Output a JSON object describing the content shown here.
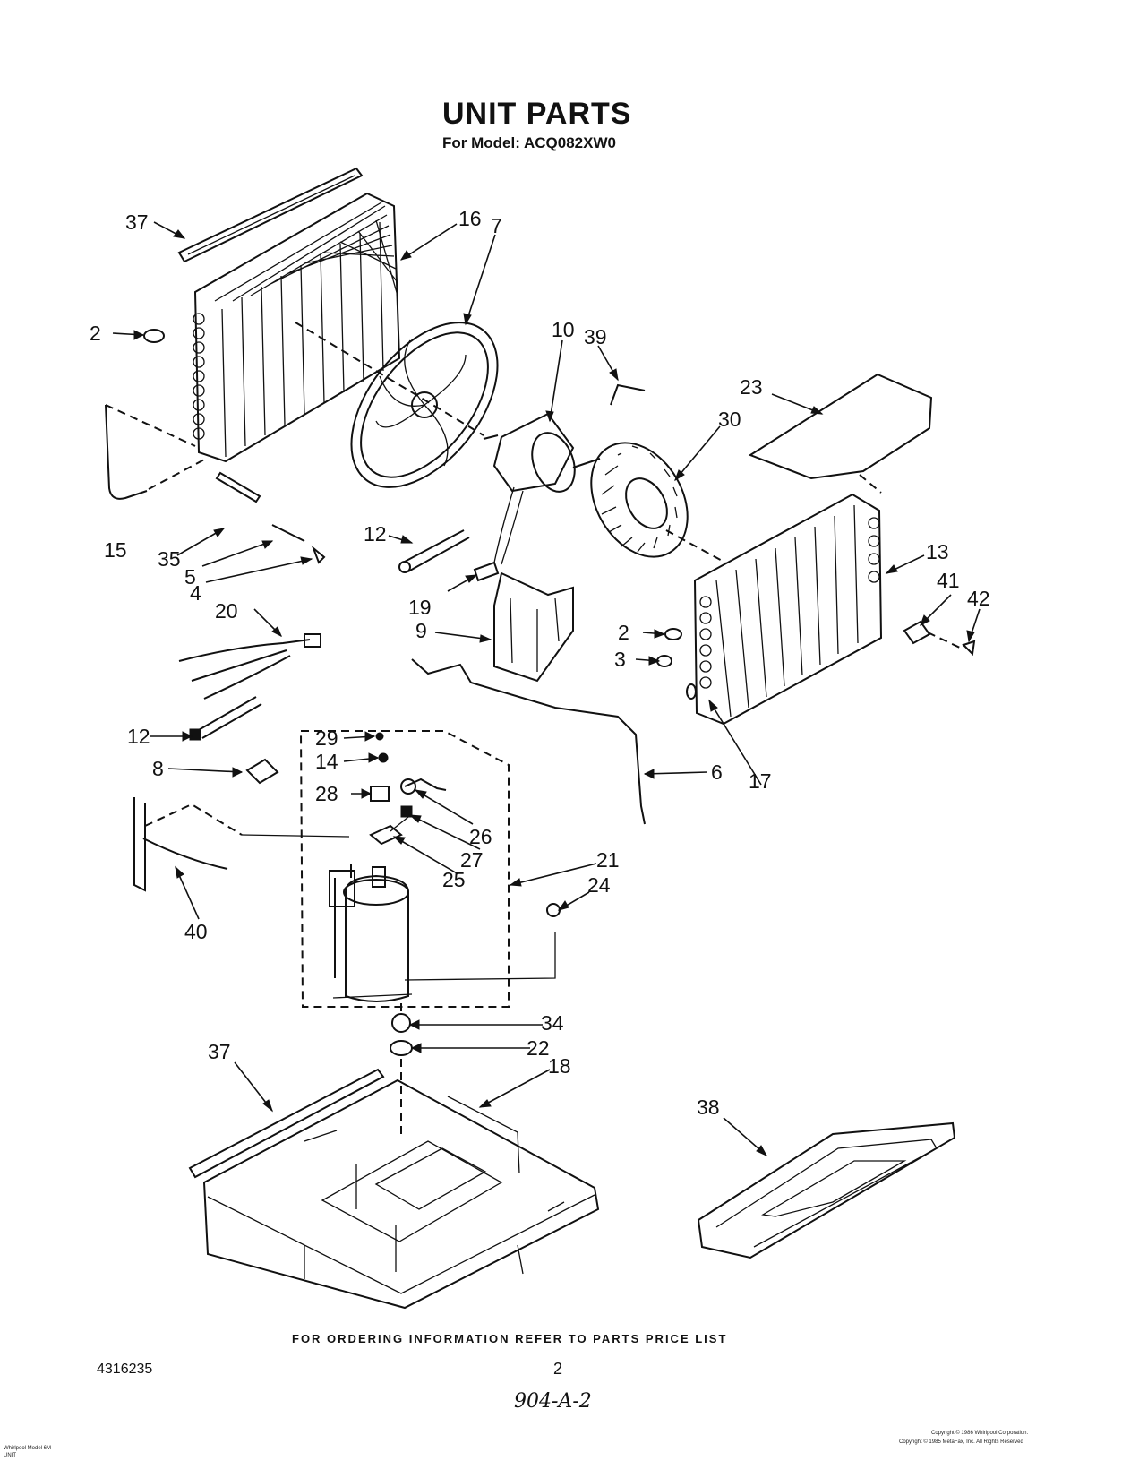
{
  "title": "UNIT PARTS",
  "subtitle": "For Model: ACQ082XW0",
  "footer_note": "FOR ORDERING INFORMATION REFER TO PARTS PRICE LIST",
  "document_number": "4316235",
  "page_number": "2",
  "handwritten_note": "904-A-2",
  "copyright_1": "Copyright © 1986 Whirlpool Corporation.",
  "copyright_2": "Copyright © 1985 MetaFax, Inc. All Rights Reserved",
  "corner_text_1": "Whirlpool Model 6M",
  "corner_text_2": "UNIT",
  "callouts": [
    {
      "id": "c37a",
      "label": "37"
    },
    {
      "id": "c16",
      "label": "16"
    },
    {
      "id": "c7",
      "label": "7"
    },
    {
      "id": "c2a",
      "label": "2"
    },
    {
      "id": "c10",
      "label": "10"
    },
    {
      "id": "c39",
      "label": "39"
    },
    {
      "id": "c23",
      "label": "23"
    },
    {
      "id": "c30",
      "label": "30"
    },
    {
      "id": "c15",
      "label": "15"
    },
    {
      "id": "c35",
      "label": "35"
    },
    {
      "id": "c5",
      "label": "5"
    },
    {
      "id": "c4",
      "label": "4"
    },
    {
      "id": "c12a",
      "label": "12"
    },
    {
      "id": "c19",
      "label": "19"
    },
    {
      "id": "c13",
      "label": "13"
    },
    {
      "id": "c41",
      "label": "41"
    },
    {
      "id": "c42",
      "label": "42"
    },
    {
      "id": "c20",
      "label": "20"
    },
    {
      "id": "c9",
      "label": "9"
    },
    {
      "id": "c2b",
      "label": "2"
    },
    {
      "id": "c3",
      "label": "3"
    },
    {
      "id": "c12b",
      "label": "12"
    },
    {
      "id": "c29",
      "label": "29"
    },
    {
      "id": "c14",
      "label": "14"
    },
    {
      "id": "c8",
      "label": "8"
    },
    {
      "id": "c28",
      "label": "28"
    },
    {
      "id": "c6",
      "label": "6"
    },
    {
      "id": "c17",
      "label": "17"
    },
    {
      "id": "c26",
      "label": "26"
    },
    {
      "id": "c27",
      "label": "27"
    },
    {
      "id": "c25",
      "label": "25"
    },
    {
      "id": "c21",
      "label": "21"
    },
    {
      "id": "c24",
      "label": "24"
    },
    {
      "id": "c40",
      "label": "40"
    },
    {
      "id": "c34",
      "label": "34"
    },
    {
      "id": "c22",
      "label": "22"
    },
    {
      "id": "c18",
      "label": "18"
    },
    {
      "id": "c37b",
      "label": "37"
    },
    {
      "id": "c38",
      "label": "38"
    }
  ]
}
